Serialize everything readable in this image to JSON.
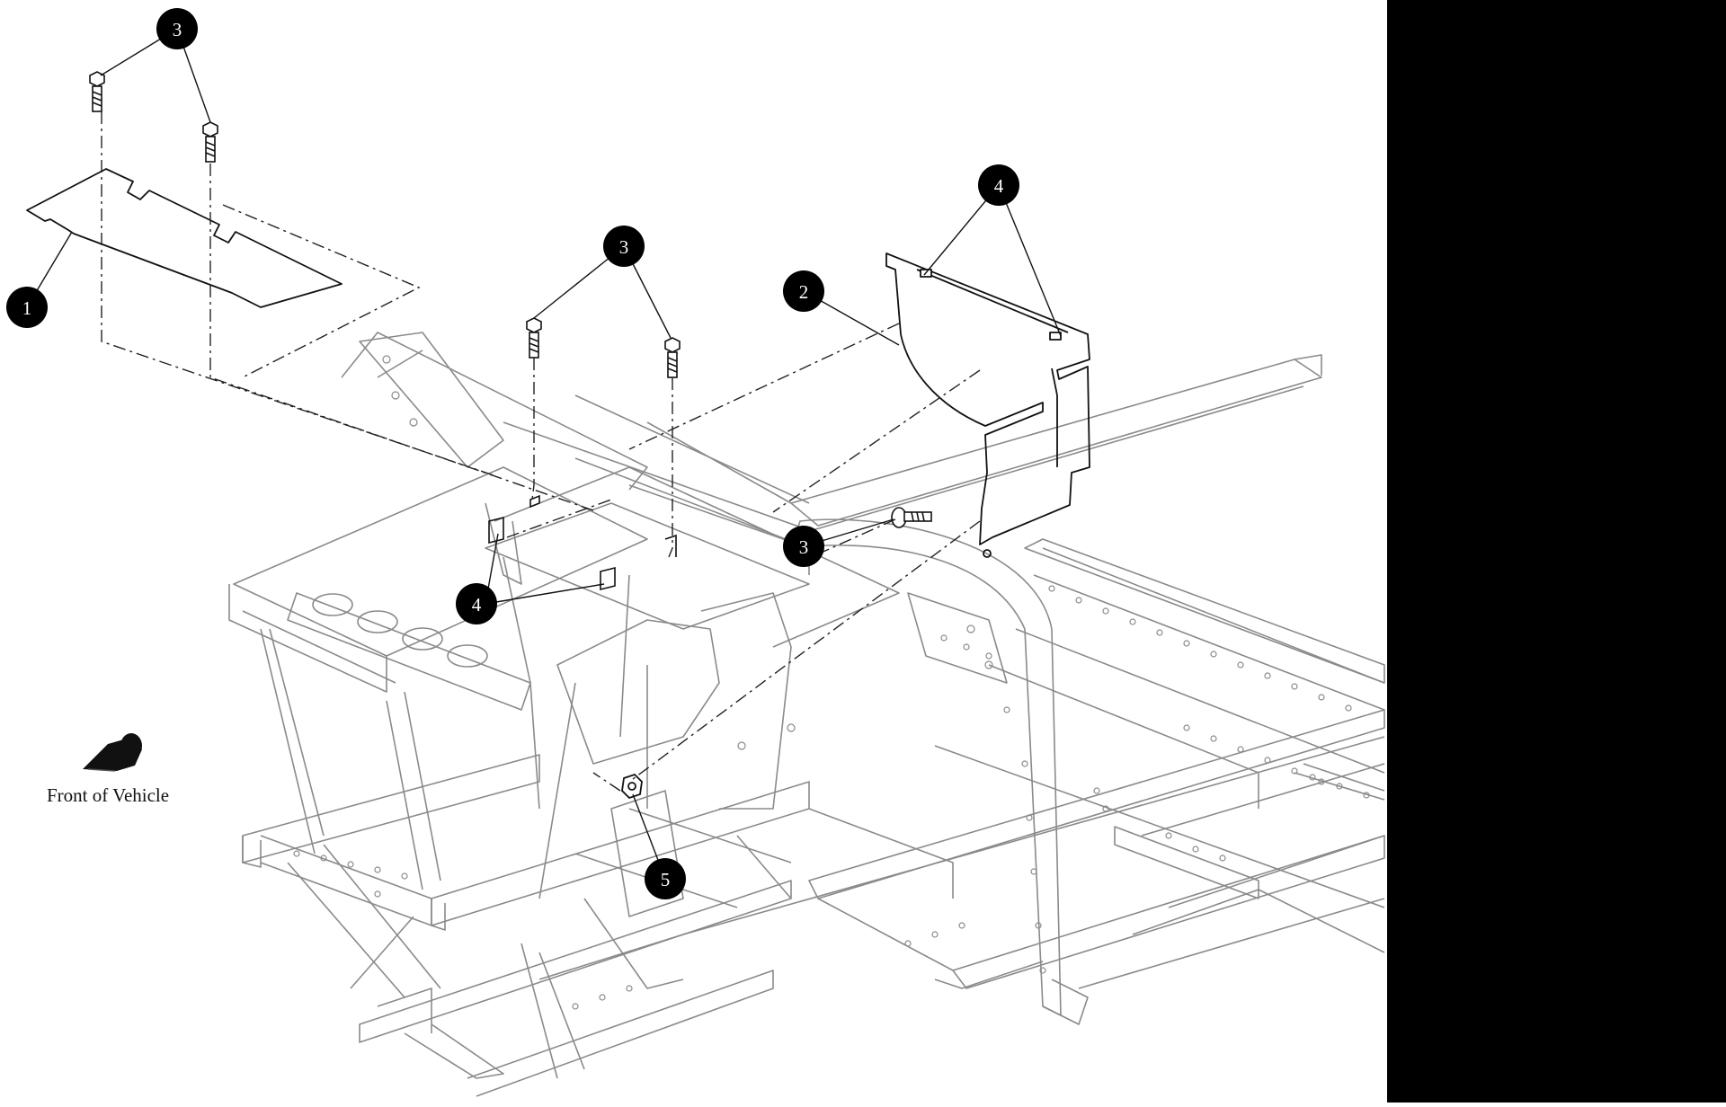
{
  "diagram": {
    "front_label": "Front of Vehicle",
    "callouts": [
      {
        "id": "c1",
        "label": "1"
      },
      {
        "id": "c2",
        "label": "2"
      },
      {
        "id": "c3a",
        "label": "3"
      },
      {
        "id": "c3b",
        "label": "3"
      },
      {
        "id": "c3c",
        "label": "3"
      },
      {
        "id": "c4a",
        "label": "4"
      },
      {
        "id": "c4b",
        "label": "4"
      },
      {
        "id": "c5",
        "label": "5"
      }
    ],
    "colors": {
      "ink": "#1a1a1a",
      "callout_fill": "#000000",
      "panel": "#000000",
      "background": "#ffffff"
    }
  }
}
